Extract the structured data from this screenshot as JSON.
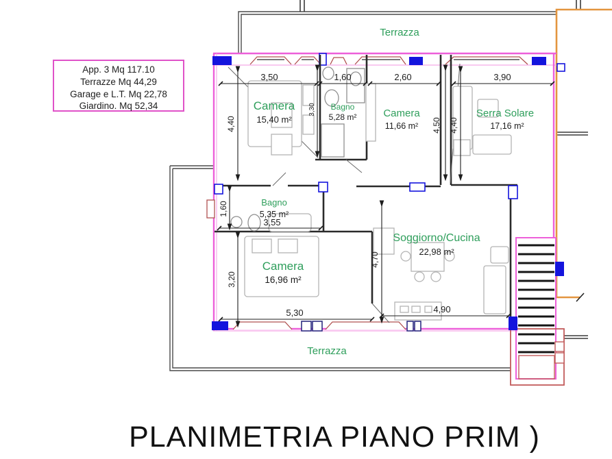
{
  "legend": {
    "line1": "App. 3  Mq 117.10",
    "line2": "Terrazze  Mq 44,29",
    "line3": "Garage e L.T.  Mq 22,78",
    "line4": "Giardino.  Mq 52,34"
  },
  "terrace": {
    "top": "Terrazza",
    "bottom": "Terrazza"
  },
  "rooms": {
    "camera1": {
      "name": "Camera",
      "area": "15,40 m²"
    },
    "bagno1": {
      "name": "Bagno",
      "area": "5,28 m²"
    },
    "camera2": {
      "name": "Camera",
      "area": "11,66 m²"
    },
    "serra": {
      "name": "Serra Solare",
      "area": "17,16 m²"
    },
    "bagno2": {
      "name": "Bagno",
      "area": "5,35 m²"
    },
    "camera3": {
      "name": "Camera",
      "area": "16,96 m²"
    },
    "soggiorno": {
      "name": "Soggiorno/Cucina",
      "area": "22,98 m²"
    }
  },
  "dimensions": {
    "camera1_w": "3,50",
    "bagno1_w": "1,60",
    "camera2_w": "2,60",
    "serra_w": "3,90",
    "camera1_h": "4,40",
    "bagno1_h": "3,30",
    "center_h": "4,50",
    "serra_h": "4,40",
    "bagno2_h": "1,60",
    "bagno2_w": "3,55",
    "camera3_h": "3,20",
    "camera3_w": "5,30",
    "soggiorno_h": "4,70",
    "soggiorno_w": "4,90"
  },
  "title": "PLANIMETRIA PIANO PRIM )",
  "colors": {
    "wall_magenta": "#ed5fd9",
    "pillar_blue": "#1414dd",
    "label_green": "#2e9e5b",
    "boundary_orange": "#e3953f",
    "stair_red": "#c25b5b",
    "terrace_gray": "#4a4a4a"
  }
}
